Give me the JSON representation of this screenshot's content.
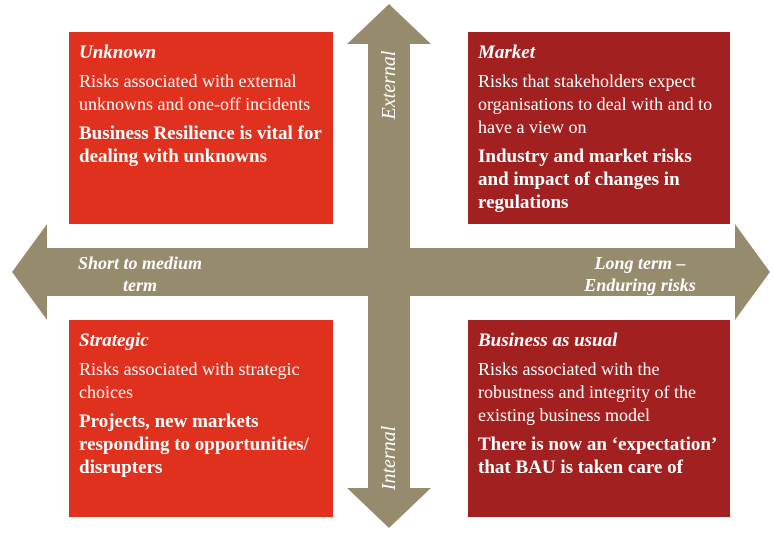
{
  "colors": {
    "arrow": "#968c6d",
    "box_light_red": "#e0301e",
    "box_dark_red": "#a32020",
    "text": "#ffffff"
  },
  "axes": {
    "top": "External",
    "bottom": "Internal",
    "left_line1": "Short to medium",
    "left_line2": "term",
    "right_line1": "Long term –",
    "right_line2": "Enduring risks"
  },
  "quadrants": {
    "unknown": {
      "title": "Unknown",
      "description": "Risks associated with external unknowns and one-off incidents",
      "emphasis": "Business Resilience is vital for dealing with unknowns"
    },
    "market": {
      "title": "Market",
      "description": "Risks that stakeholders expect organisations to deal with and to have a view on",
      "emphasis": "Industry and market risks and impact of changes in regulations"
    },
    "strategic": {
      "title": "Strategic",
      "description": "Risks associated with strategic choices",
      "emphasis": "Projects, new markets responding to opportunities/ disrupters"
    },
    "business_as_usual": {
      "title": "Business as usual",
      "description": "Risks associated with the robustness and integrity of the existing business model",
      "emphasis": "There is now an ‘expectation’ that BAU is taken care of"
    }
  }
}
